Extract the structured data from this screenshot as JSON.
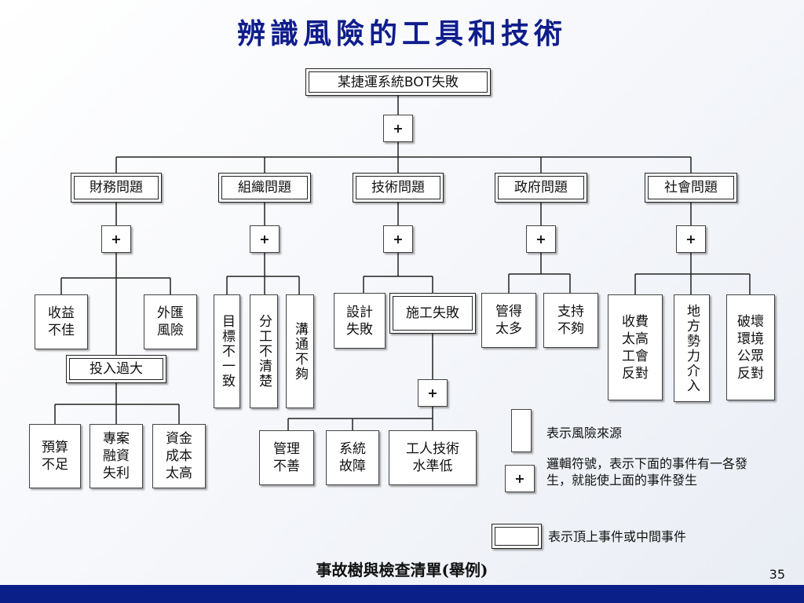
{
  "title": "辨識風險的工具和技術",
  "top_event": "某捷運系統BOT失敗",
  "gate_symbol": "+",
  "categories": [
    "財務問題",
    "組織問題",
    "技術問題",
    "政府問題",
    "社會問題"
  ],
  "finance": {
    "items": [
      "收益不佳",
      "外匯風險"
    ],
    "overinvest": "投入過大",
    "overinvest_items": [
      "預算不足",
      "專案融資失利",
      "資金成本太高"
    ]
  },
  "organization": {
    "items": [
      "目標不一致",
      "分工不清楚",
      "溝通不夠"
    ]
  },
  "technical": {
    "items": [
      "設計失敗"
    ],
    "construction": "施工失敗",
    "construction_items": [
      "管理不善",
      "系統故障",
      "工人技術水準低"
    ]
  },
  "government": {
    "items": [
      "管得太多",
      "支持不夠"
    ]
  },
  "social": {
    "items": [
      "收費太高工會反對",
      "地方勢力介入",
      "破壞環境公眾反對"
    ]
  },
  "legend": {
    "risk_source": "表示風險來源",
    "logic_symbol": "邏輯符號，表示下面的事件有一各發生，就能使上面的事件發生",
    "event": "表示頂上事件或中間事件"
  },
  "caption": "事故樹與檢查清單(舉例)",
  "page_number": "35"
}
